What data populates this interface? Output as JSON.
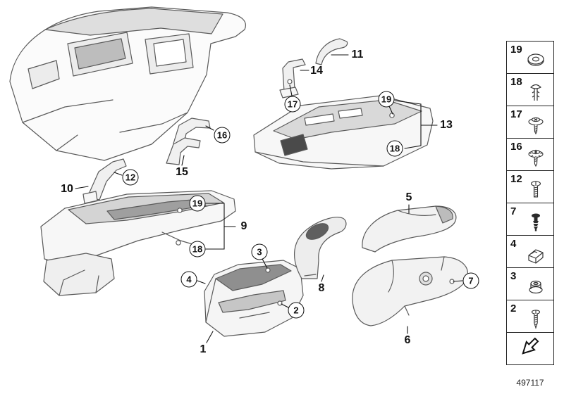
{
  "part_number": "497117",
  "legend": {
    "items": [
      {
        "number": "19",
        "icon": "washer"
      },
      {
        "number": "18",
        "icon": "expanding-rivet"
      },
      {
        "number": "17",
        "icon": "screw-with-washer"
      },
      {
        "number": "16",
        "icon": "screw-with-serrated-washer"
      },
      {
        "number": "12",
        "icon": "pan-head-screw"
      },
      {
        "number": "7",
        "icon": "expansion-pin"
      },
      {
        "number": "4",
        "icon": "sheet-metal-clip"
      },
      {
        "number": "3",
        "icon": "plastic-nut"
      },
      {
        "number": "2",
        "icon": "self-tapping-screw"
      },
      {
        "number": "",
        "icon": "direction-arrow"
      }
    ]
  },
  "callouts": {
    "n1": "1",
    "n2": "2",
    "n3": "3",
    "n4": "4",
    "n5": "5",
    "n6": "6",
    "n7": "7",
    "n8": "8",
    "n9": "9",
    "n10": "10",
    "n11": "11",
    "n12": "12",
    "n13": "13",
    "n14": "14",
    "n15": "15",
    "n16": "16",
    "n17": "17",
    "n18": "18",
    "n19": "19"
  }
}
